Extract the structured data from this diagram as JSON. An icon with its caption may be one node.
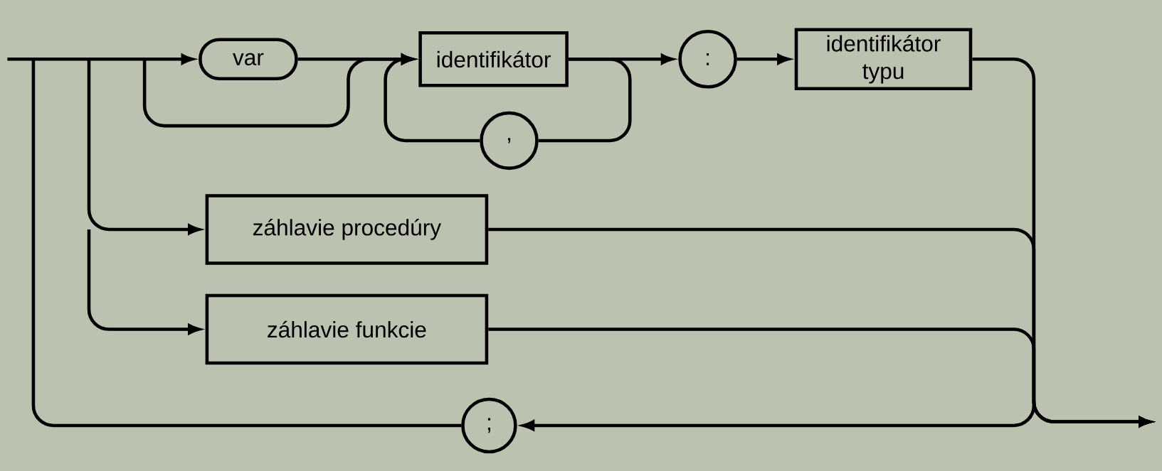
{
  "diagram": {
    "nodes": [
      {
        "text": [
          "var"
        ]
      },
      {
        "text": [
          "identifikátor"
        ]
      },
      {
        "text": [
          ":"
        ]
      },
      {
        "text": [
          "identifikátor typu"
        ]
      },
      {
        "text": [
          ","
        ]
      },
      {
        "text": [
          "záhlavie procedúry"
        ]
      },
      {
        "text": [
          "záhlavie funkcie"
        ]
      },
      {
        "text": [
          ";"
        ]
      }
    ],
    "edges": [
      {
        "from": null,
        "to": 0,
        "arrow": "to"
      },
      {
        "from": 0,
        "to": 1,
        "arrow": "to"
      },
      {
        "from": null,
        "to": 1,
        "arrow": "to"
      },
      {
        "from": 1,
        "to": 2,
        "arrow": "to"
      },
      {
        "from": 1,
        "to": 4,
        "arrow": "none"
      },
      {
        "from": 4,
        "to": 1,
        "arrow": "to"
      },
      {
        "from": 2,
        "to": 3,
        "arrow": "to"
      },
      {
        "from": 3,
        "to": null,
        "arrow": "to"
      },
      {
        "from": null,
        "to": 5,
        "arrow": "to"
      },
      {
        "from": null,
        "to": 6,
        "arrow": "to"
      },
      {
        "from": 5,
        "to": null,
        "arrow": "to"
      },
      {
        "from": 6,
        "to": null,
        "arrow": "to"
      },
      {
        "from": null,
        "to": 7,
        "arrow": "to"
      },
      {
        "from": 7,
        "to": null,
        "arrow": "none"
      }
    ]
  }
}
